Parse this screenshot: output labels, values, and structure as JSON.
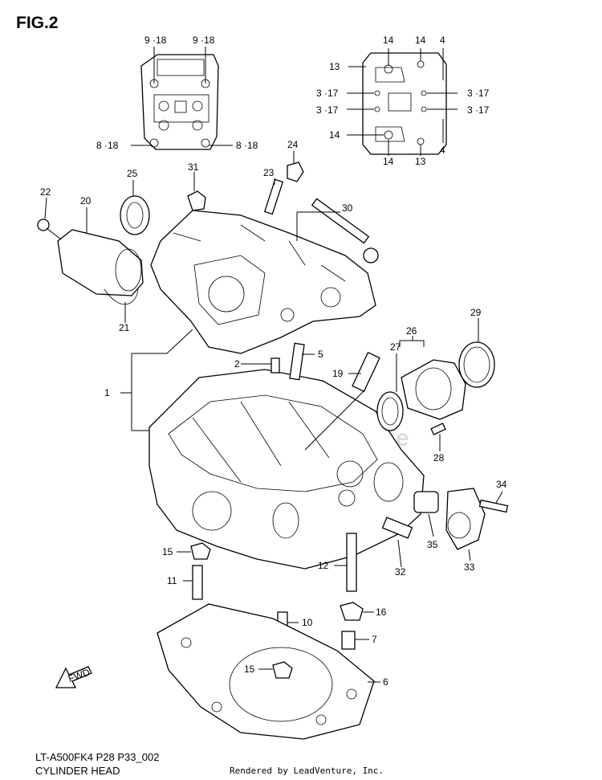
{
  "figure": {
    "label": "FIG.2"
  },
  "footer": {
    "code": "LT-A500FK4 P28 P33_002",
    "name": "CYLINDER HEAD",
    "credit": "Rendered by LeadVenture, Inc."
  },
  "fwd_mark": "FWD",
  "inset_top_left": {
    "callouts": [
      "9 ·18",
      "9 ·18",
      "8 ·18",
      "8 ·18"
    ]
  },
  "inset_top_right": {
    "callouts": [
      "14",
      "14",
      "4",
      "13",
      "3 ·17",
      "3 ·17",
      "3 ·17",
      "3 ·17",
      "14",
      "4",
      "14",
      "13"
    ]
  },
  "callouts": [
    "1",
    "2",
    "5",
    "6",
    "7",
    "10",
    "11",
    "12",
    "15",
    "15",
    "16",
    "19",
    "20",
    "21",
    "22",
    "23",
    "24",
    "25",
    "26",
    "27",
    "28",
    "29",
    "30",
    "31",
    "32",
    "33",
    "34",
    "35"
  ]
}
